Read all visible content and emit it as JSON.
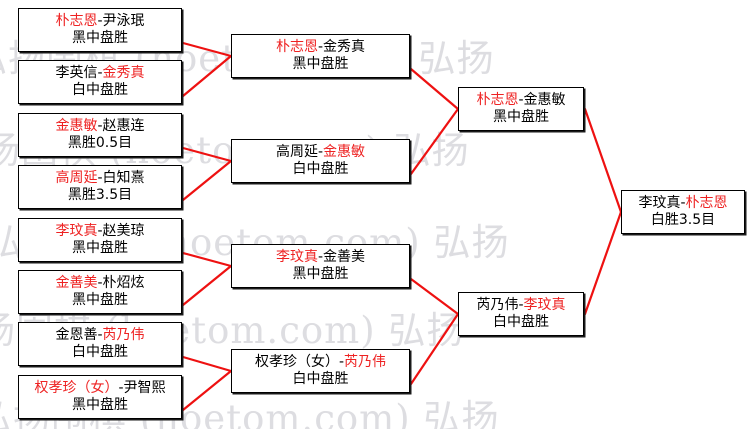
{
  "diagram": {
    "title": "Go tournament bracket",
    "type": "single-elimination-bracket",
    "winner_color": "#ee2222",
    "connector_color": "#ee1111",
    "box_border_color": "#000000",
    "background_color": "#ffffff"
  },
  "watermark": {
    "lines": [
      "弘扬围棋 (hoetom.com) 弘扬",
      "弘扬围棋 (hoetom.com) 弘扬",
      "弘扬围棋 (hoetom.com) 弘扬",
      "弘扬围棋 (hoetom.com) 弘扬",
      "弘扬围棋 (hoetom.com) 弘扬"
    ]
  },
  "rounds": [
    {
      "name": "round-1",
      "matches": [
        {
          "left": "朴志恩",
          "right": "尹泳珉",
          "sep": "-",
          "winner": "left",
          "result": "黑中盘胜"
        },
        {
          "left": "李英信",
          "right": "金秀真",
          "sep": "-",
          "winner": "right",
          "result": "白中盘胜"
        },
        {
          "left": "金惠敏",
          "right": "赵惠连",
          "sep": "-",
          "winner": "left",
          "result": "黑胜0.5目"
        },
        {
          "left": "高周延",
          "right": "白知熹",
          "sep": "-",
          "winner": "left",
          "result": "黑胜3.5目"
        },
        {
          "left": "李玟真",
          "right": "赵美琼",
          "sep": "-",
          "winner": "left",
          "result": "黑中盘胜"
        },
        {
          "left": "金善美",
          "right": "朴炤炫",
          "sep": "-",
          "winner": "left",
          "result": "黑中盘胜"
        },
        {
          "left": "金恩善",
          "right": "芮乃伟",
          "sep": "-",
          "winner": "right",
          "result": "白中盘胜"
        },
        {
          "left": "权孝珍（女）",
          "right": "尹智熙",
          "sep": "-",
          "winner": "left",
          "result": "黑中盘胜"
        }
      ]
    },
    {
      "name": "round-2",
      "matches": [
        {
          "left": "朴志恩",
          "right": "金秀真",
          "sep": "-",
          "winner": "left",
          "result": "黑中盘胜"
        },
        {
          "left": "高周延",
          "right": "金惠敏",
          "sep": "-",
          "winner": "right",
          "result": "白中盘胜"
        },
        {
          "left": "李玟真",
          "right": "金善美",
          "sep": "-",
          "winner": "left",
          "result": "黑中盘胜"
        },
        {
          "left": "权孝珍（女）",
          "right": "芮乃伟",
          "sep": "-",
          "winner": "right",
          "result": "白中盘胜"
        }
      ]
    },
    {
      "name": "semifinal",
      "matches": [
        {
          "left": "朴志恩",
          "right": "金惠敏",
          "sep": "-",
          "winner": "left",
          "result": "黑中盘胜"
        },
        {
          "left": "芮乃伟",
          "right": "李玟真",
          "sep": "-",
          "winner": "right",
          "result": "白中盘胜"
        }
      ]
    },
    {
      "name": "final",
      "matches": [
        {
          "left": "李玟真",
          "right": "朴志恩",
          "sep": "-",
          "winner": "right",
          "result": "白胜3.5目"
        }
      ]
    }
  ]
}
